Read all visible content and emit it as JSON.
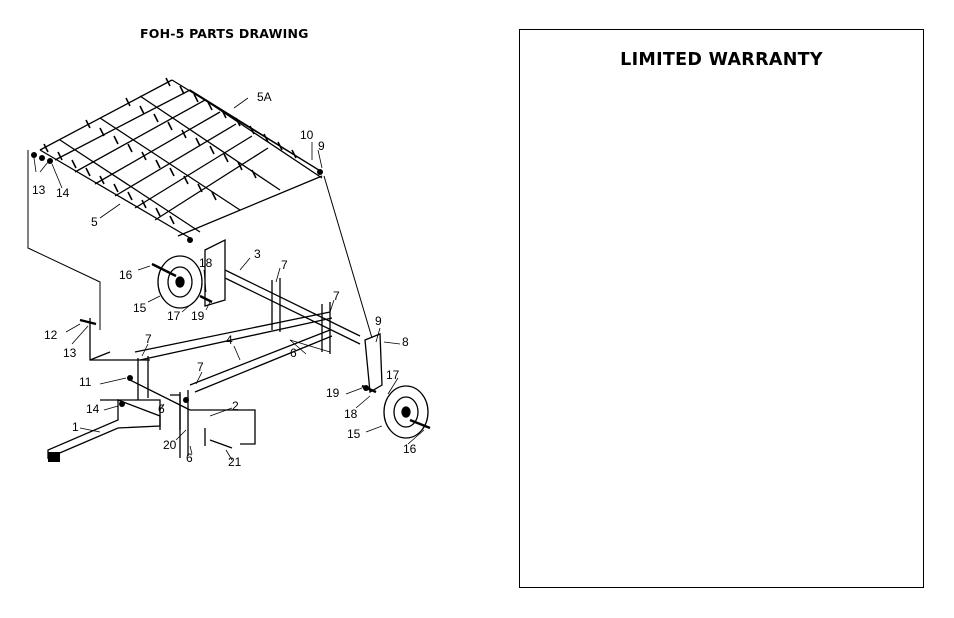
{
  "left_panel": {
    "title": "FOH-5 PARTS DRAWING",
    "callouts": {
      "c5a": "5A",
      "c10": "10",
      "c9a": "9",
      "c13a": "13",
      "c14a": "14",
      "c5": "5",
      "c3": "3",
      "c7a": "7",
      "c18a": "18",
      "c16a": "16",
      "c15a": "15",
      "c17a": "17",
      "c19a": "19",
      "c7b": "7",
      "c12": "12",
      "c13b": "13",
      "c9b": "9",
      "c8": "8",
      "c7c": "7",
      "c4": "4",
      "c6a": "6",
      "c11": "11",
      "c7d": "7",
      "c19b": "19",
      "c17b": "17",
      "c18b": "18",
      "c14b": "14",
      "c6b": "6",
      "c2": "2",
      "c1": "1",
      "c20": "20",
      "c6c": "6",
      "c21": "21",
      "c15b": "15",
      "c16b": "16"
    }
  },
  "right_panel": {
    "title": "LIMITED WARRANTY"
  }
}
